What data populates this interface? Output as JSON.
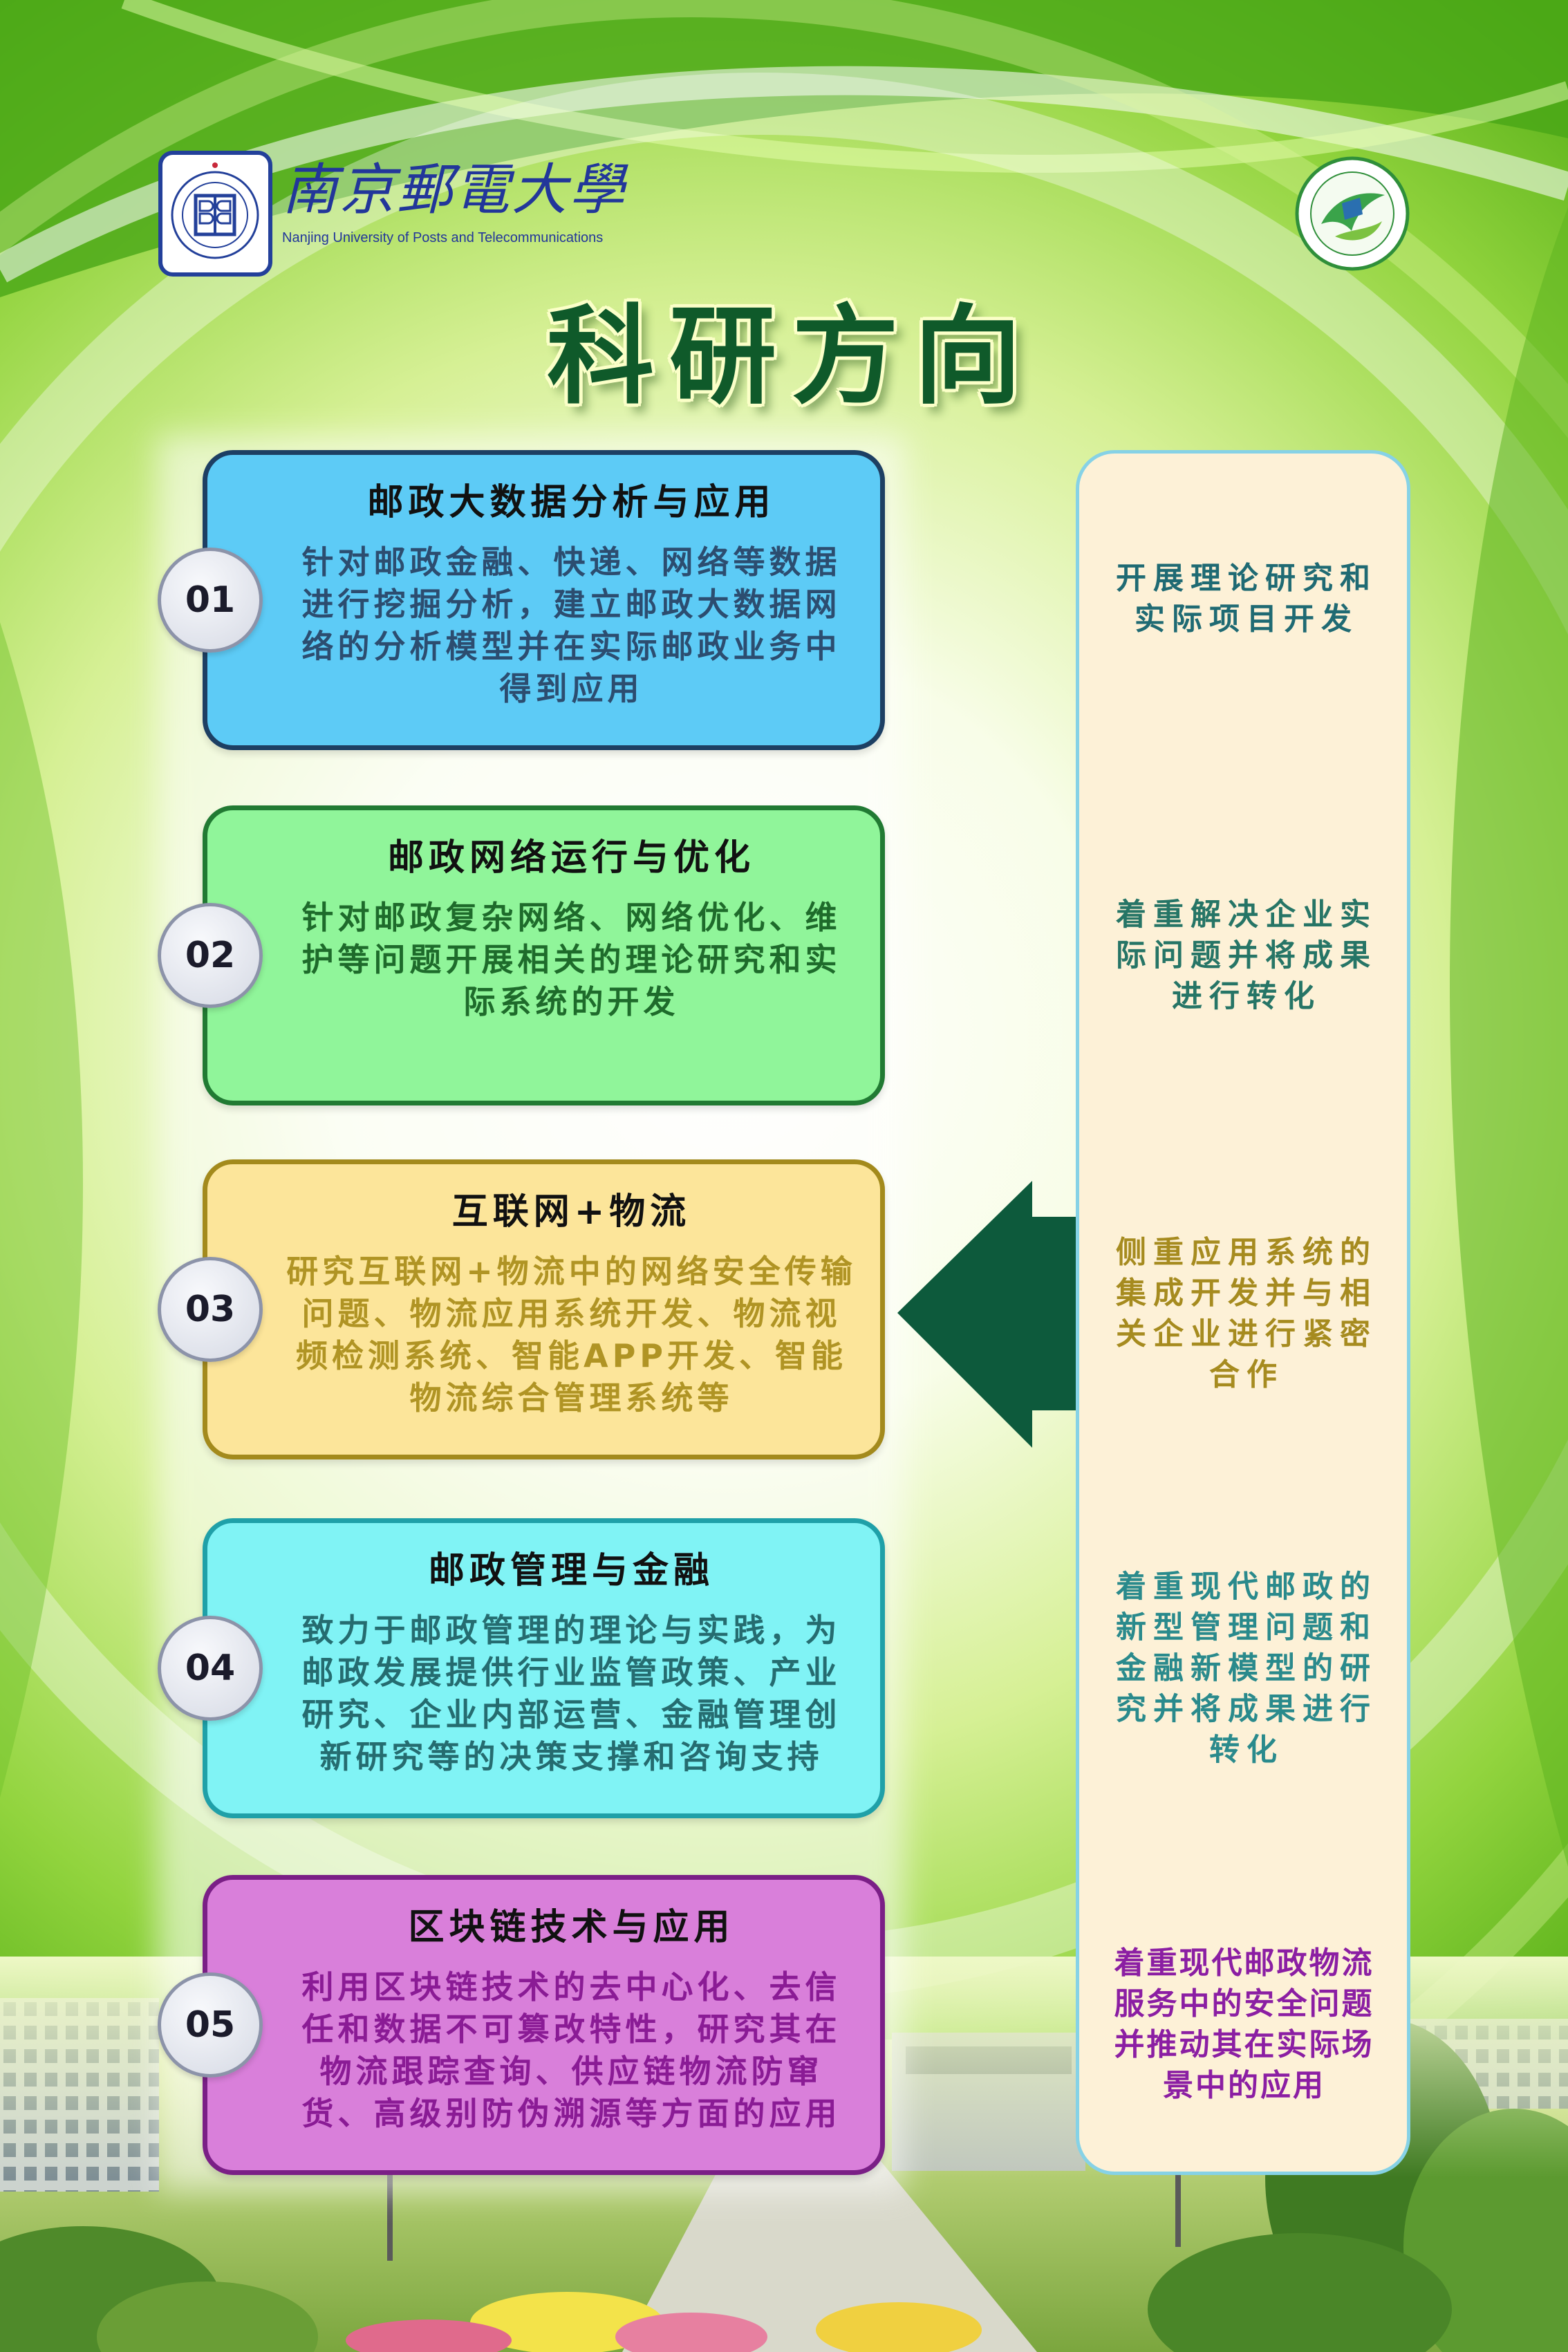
{
  "header": {
    "university_name": "南京郵電大學",
    "university_name_en": "Nanjing University of Posts and Telecommunications"
  },
  "title": "科研方向",
  "research_areas": [
    {
      "number": "01",
      "title": "邮政大数据分析与应用",
      "description": [
        "针对邮政金融、快递、网络等数据",
        "进行挖掘分析，建立邮政大数据网",
        "络的分析模型并在实际邮政业务中",
        "得到应用"
      ],
      "fill": "#5dcbf6",
      "border": "#1d3f63",
      "text_color": "#2c4d70"
    },
    {
      "number": "02",
      "title": "邮政网络运行与优化",
      "description": [
        "针对邮政复杂网络、网络优化、维",
        "护等问题开展相关的理论研究和实",
        "际系统的开发"
      ],
      "fill": "#90f59a",
      "border": "#217a33",
      "text_color": "#1e6b2b"
    },
    {
      "number": "03",
      "title": "互联网+物流",
      "description": [
        "研究互联网+物流中的网络安全传输",
        "问题、物流应用系统开发、物流视",
        "频检测系统、智能APP开发、智能",
        "物流综合管理系统等"
      ],
      "fill": "#fce59a",
      "border": "#a38a1c",
      "text_color": "#b09424"
    },
    {
      "number": "04",
      "title": "邮政管理与金融",
      "description": [
        "致力于邮政管理的理论与实践，为",
        "邮政发展提供行业监管政策、产业",
        "研究、企业内部运营、金融管理创",
        "新研究等的决策支撑和咨询支持"
      ],
      "fill": "#80f3f5",
      "border": "#1fa0a8",
      "text_color": "#256c70"
    },
    {
      "number": "05",
      "title": "区块链技术与应用",
      "description": [
        "利用区块链技术的去中心化、去信",
        "任和数据不可篡改特性，研究其在",
        "物流跟踪查询、供应链物流防窜",
        "货、高级别防伪溯源等方面的应用"
      ],
      "fill": "#d97fda",
      "border": "#7a1f86",
      "text_color": "#8a1b95"
    }
  ],
  "focus_notes": [
    {
      "lines": [
        "开展理论研究和",
        "实际项目开发"
      ],
      "color": "#1f6a73"
    },
    {
      "lines": [
        "着重解决企业实",
        "际问题并将成果",
        "进行转化"
      ],
      "color": "#267566"
    },
    {
      "lines": [
        "侧重应用系统的",
        "集成开发并与相",
        "关企业进行紧密",
        "合作"
      ],
      "color": "#a68b1f"
    },
    {
      "lines": [
        "着重现代邮政的",
        "新型管理问题和",
        "金融新模型的研",
        "究并将成果进行",
        "转化"
      ],
      "color": "#2a8a8c"
    },
    {
      "lines": [
        "着重现代邮政物流",
        "服务中的安全问题",
        "并推动其在实际场",
        "景中的应用"
      ],
      "color": "#8b1ea3"
    }
  ],
  "colors": {
    "title": "#0f5a2a",
    "arrow": "#0d5a3c",
    "panel_fill": "#fdf1d7",
    "panel_border": "#86d2e6",
    "brand_blue": "#22369a"
  }
}
